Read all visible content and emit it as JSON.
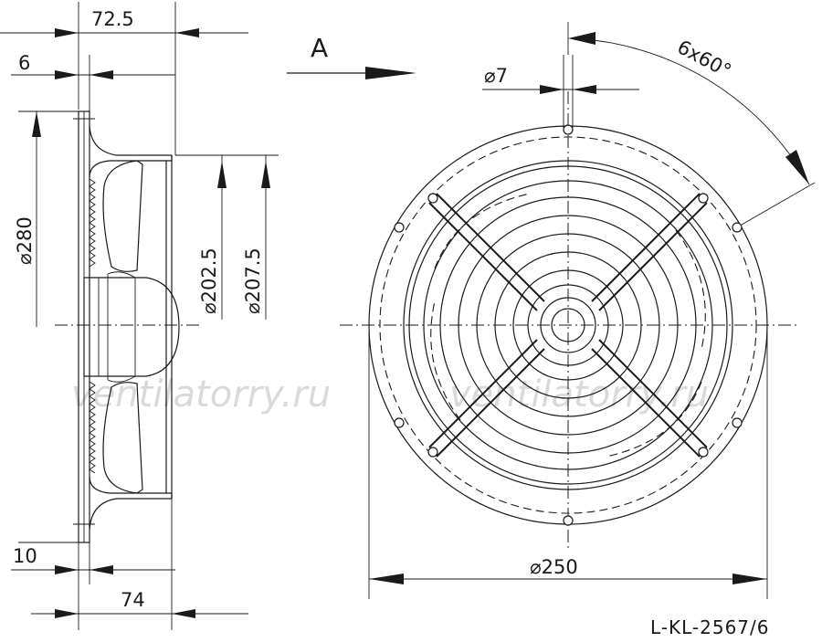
{
  "dimensions": {
    "overall_width": "72.5",
    "flange_thickness": "6",
    "diameter_280": "⌀280",
    "diameter_202_5": "⌀202.5",
    "diameter_207_5": "⌀207.5",
    "base_offset": "10",
    "base_width": "74",
    "hole_diameter": "⌀7",
    "hole_pattern": "6x60°",
    "bolt_circle": "⌀250"
  },
  "view_label": "A",
  "model_code": "L-KL-2567/6",
  "watermark": "ventilatorry.ru",
  "icons": {
    "view_arrow": "view-direction-arrow-icon"
  },
  "colors": {
    "line": "#1a1a1a",
    "watermark": "#d9d9d9"
  }
}
